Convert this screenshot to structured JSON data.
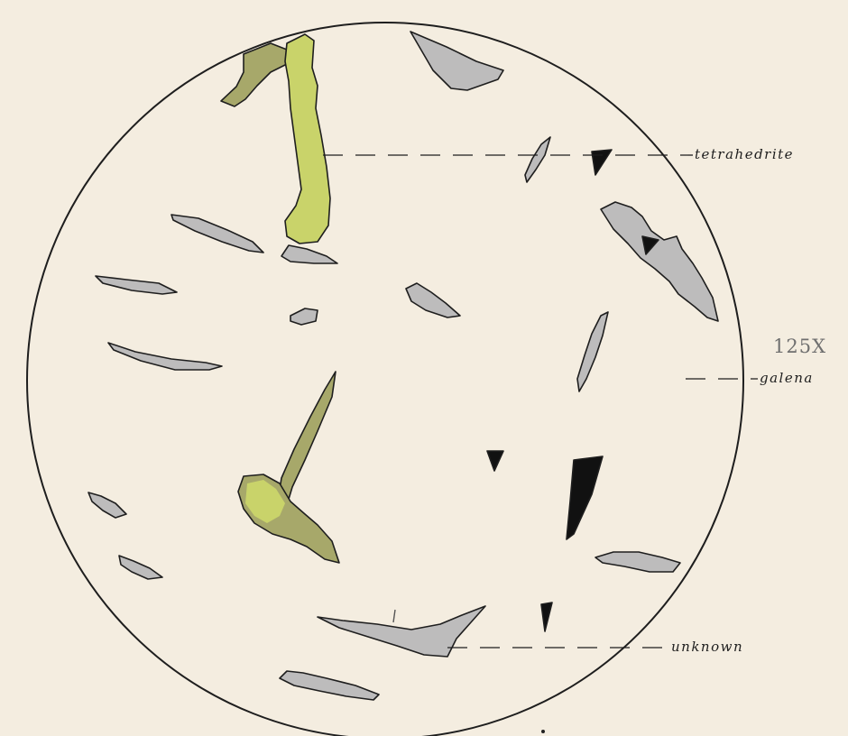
{
  "magnification": "125X",
  "labels": {
    "tetrahedrite": "tetrahedrite",
    "galena": "galena",
    "unknown": "unknown"
  },
  "colors": {
    "paper": "#f4ede0",
    "tetrahedrite_fill": "#c9d36a",
    "tetrahedrite_dark": "#a7a86a",
    "galena_fill": "#bdbcbc",
    "unknown_fill": "#111111",
    "outline": "#1e1e1e"
  }
}
